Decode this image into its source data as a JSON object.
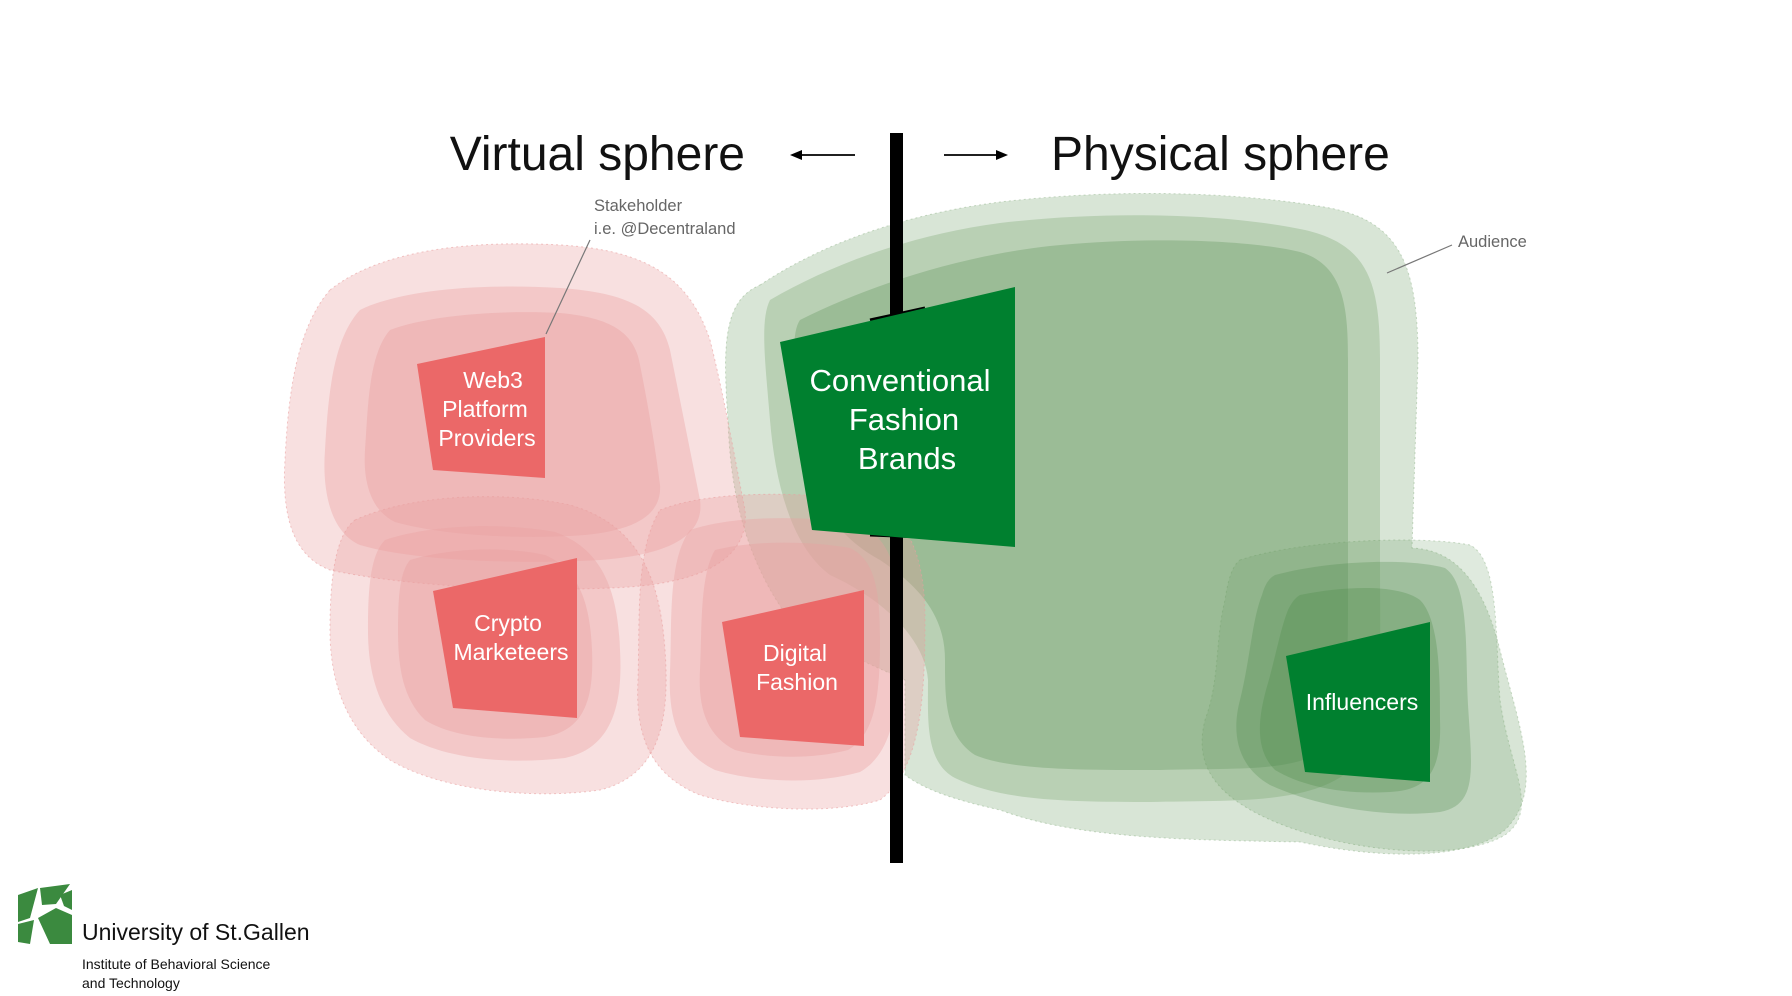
{
  "header": {
    "virtual_title": "Virtual sphere",
    "physical_title": "Physical sphere"
  },
  "annotations": {
    "stakeholder_line1": "Stakeholder",
    "stakeholder_line2": "i.e. @Decentraland",
    "audience": "Audience"
  },
  "actors": {
    "web3": [
      "Web3",
      "Platform",
      "Providers"
    ],
    "crypto": [
      "Crypto",
      "Marketeers"
    ],
    "digital": [
      "Digital",
      "Fashion"
    ],
    "brands": [
      "Conventional",
      "Fashion",
      "Brands"
    ],
    "influencers": [
      "Influencers"
    ]
  },
  "footer": {
    "university": "University of St.Gallen",
    "institute_line1": "Institute of Behavioral Science",
    "institute_line2": "and Technology"
  },
  "colors": {
    "virtual_shape": "#eb6868",
    "virtual_halo": "#e9a0a0",
    "physical_shape": "#00802f",
    "physical_halo": "#6f9e68",
    "divider": "#000000",
    "logo": "#3b8a3f"
  }
}
